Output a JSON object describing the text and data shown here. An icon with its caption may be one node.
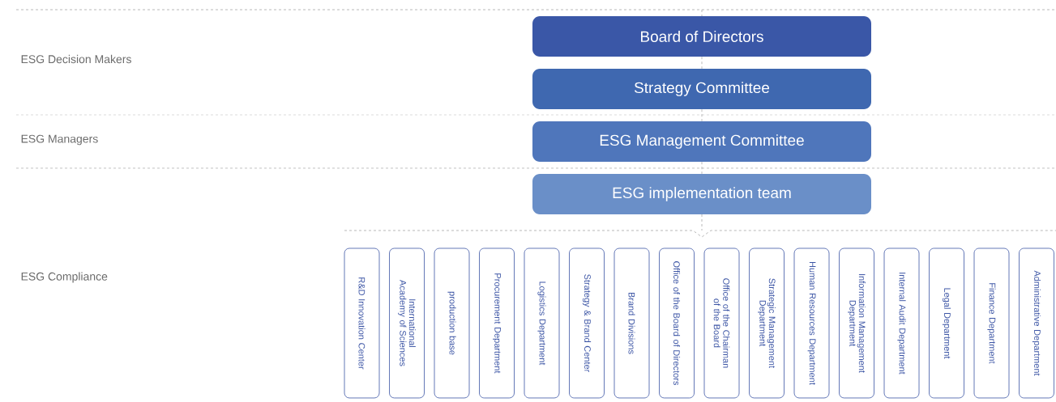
{
  "diagram": {
    "nodes": [
      {
        "text": [
          "Board of Directors"
        ]
      },
      {
        "text": [
          "Strategy Committee"
        ]
      },
      {
        "text": [
          "ESG Management Committee"
        ]
      },
      {
        "text": [
          "ESG implementation team"
        ]
      },
      {
        "text": [
          "R&D Innovation Center"
        ]
      },
      {
        "text": [
          "International Academy of Sciences"
        ]
      },
      {
        "text": [
          "production base"
        ]
      },
      {
        "text": [
          "Procurement Department"
        ]
      },
      {
        "text": [
          "Logistics Department"
        ]
      },
      {
        "text": [
          "Strategy & Brand Center"
        ]
      },
      {
        "text": [
          "Brand Divisions"
        ]
      },
      {
        "text": [
          "Office of the Board of Directors"
        ]
      },
      {
        "text": [
          "Office of the Chairman of the Board"
        ]
      },
      {
        "text": [
          "Strategic Management Department"
        ]
      },
      {
        "text": [
          "Human Resources Department"
        ]
      },
      {
        "text": [
          "Information Management Department"
        ]
      },
      {
        "text": [
          "Internal Audit Department"
        ]
      },
      {
        "text": [
          "Legal Department"
        ]
      },
      {
        "text": [
          "Finance Department"
        ]
      },
      {
        "text": [
          "Administrative Department"
        ]
      }
    ],
    "edges": [
      {
        "from": 0,
        "to": 1,
        "arrow": "none",
        "style": "dashed"
      },
      {
        "from": 1,
        "to": 2,
        "arrow": "none",
        "style": "dashed"
      },
      {
        "from": 2,
        "to": 3,
        "arrow": "none",
        "style": "dashed"
      }
    ],
    "labels": [
      "ESG Decision Makers",
      "ESG Managers",
      "ESG Compliance"
    ]
  }
}
